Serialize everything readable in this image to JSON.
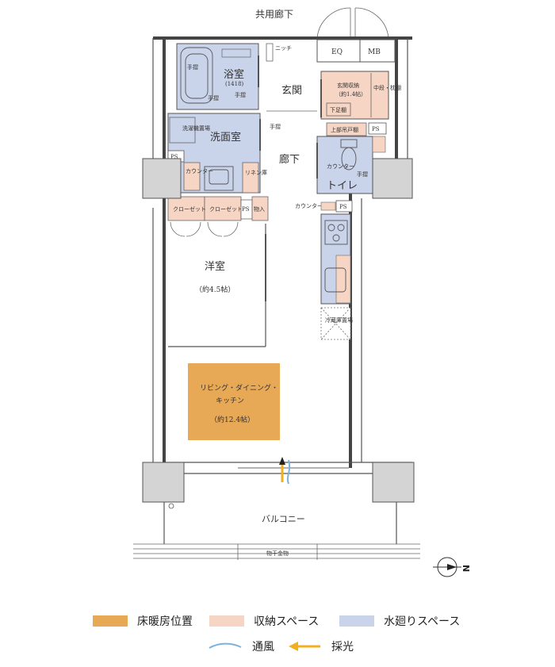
{
  "colors": {
    "heating": "#E8A957",
    "storage": "#F6D5C4",
    "water": "#C9D3EA",
    "column": "#D4D4D4",
    "airflow": "#7FB2DA",
    "light": "#F2B01E"
  },
  "labels": {
    "corridor_shared": "共用廊下",
    "niche": "ニッチ",
    "eq": "EQ",
    "mb": "MB",
    "bath": "浴室",
    "bath_size": "(1418)",
    "handrail": "手摺",
    "entrance": "玄関",
    "entrance_storage": "玄関収納",
    "entrance_storage_size": "（約1.4帖）",
    "mid_shelf": "中段・枕棚",
    "shoe_shelf": "下足棚",
    "wall_cabinet": "上部吊戸棚",
    "ps": "PS",
    "washroom": "洗面室",
    "washer_pan": "洗濯機置場",
    "counter": "カウンター",
    "linen": "リネン庫",
    "hallway": "廊下",
    "toilet": "トイレ",
    "closet": "クローゼット",
    "storage": "物入",
    "western_room": "洋室",
    "western_room_size": "（約4.5帖）",
    "fridge": "冷蔵庫置場",
    "ldk_line1": "リビング・ダイニング・",
    "ldk_line2": "キッチン",
    "ldk_size": "（約12.4帖）",
    "balcony": "バルコニー",
    "railing": "物干金物",
    "north": "N"
  },
  "legend": {
    "heating": "床暖房位置",
    "storage": "収納スペース",
    "water": "水廻りスペース",
    "airflow": "通風",
    "light": "採光"
  }
}
